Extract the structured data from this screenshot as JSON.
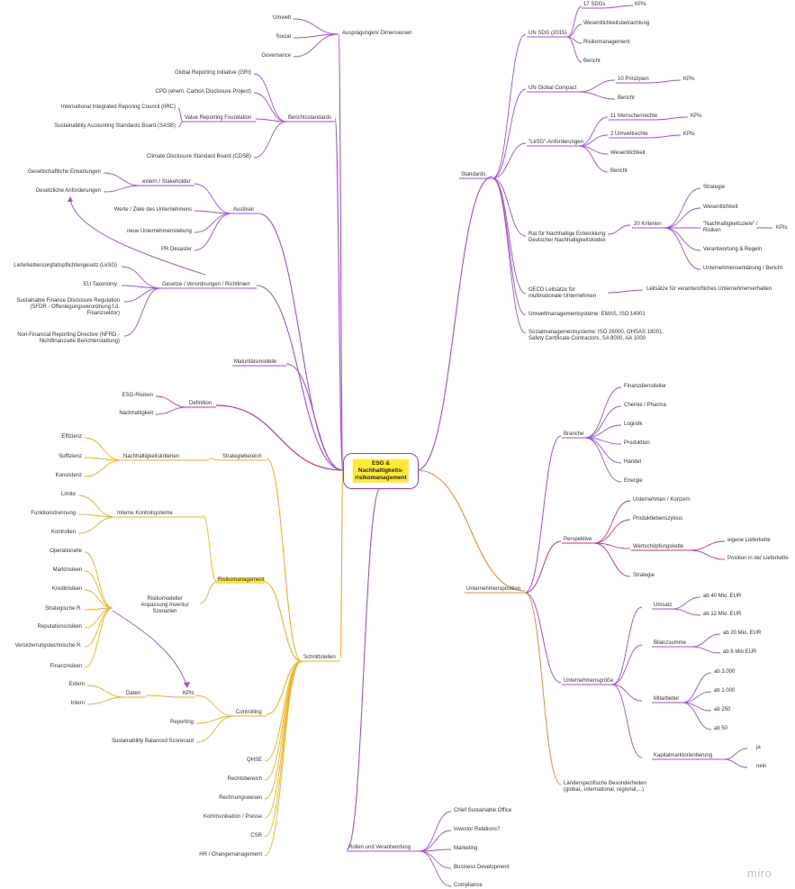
{
  "center": {
    "title": "ESG &\nNachhaltigkeits-\nrisikomanagement"
  },
  "logo": "miro",
  "colors": {
    "purple": "#a44fe0",
    "magenta": "#d0308f",
    "yellow": "#f2b21b",
    "orange": "#ef8a3a",
    "highlight": "#ffe933"
  },
  "left": {
    "auspraegungen": {
      "label": "Ausprägungen/ Dimensionen",
      "items": [
        "Umwelt",
        "Social",
        "Governance"
      ]
    },
    "berichtsstandards": {
      "label": "Berichtsstandards",
      "items": [
        "Global Reporting Initiative (GRI)",
        "CPD (ehem. Carbon Disclosure Project)",
        "Climate Disclosure Standard Board (CDSB)"
      ],
      "vrf": {
        "label": "Value Reporting Foundation",
        "items": [
          "International Integrated Reporing Council (IIRC)",
          "Sustainability Accounting Standards Board (SASB)"
        ]
      }
    },
    "ausloeser": {
      "label": "Auslöser",
      "items": [
        "Werte / Ziele des Unternehmens",
        "neue Unternehmensleitung",
        "PR Desaster"
      ],
      "extern": {
        "label": "extern / Stakeholder",
        "items": [
          "Gesellschaftliche  Erwartungen",
          "Gesetzliche Anforderungen"
        ]
      }
    },
    "gesetze": {
      "label": "Gesetze / Verordnungen / Richtlinien",
      "items": [
        "Lieferkettensorgfaltspflichtengesetz (LkSG)",
        "EU Taxonomy",
        "Sustainable Finance Disclosure Regulation\n(SFDR - Offenlegungsverordnung f.d.\nFinanzsektor)",
        "Non-Financial Reporting Directive (NFRD -\nNichtfinanzielle Berichterstattung)"
      ]
    },
    "maturitaet": "Maturitätsmodelle",
    "definition": {
      "label": "Definition",
      "items": [
        "ESG-Risiken",
        "Nachhaltigkeit"
      ]
    },
    "schnittstellen": {
      "label": "Schnittstellen",
      "strategiebereich": {
        "label": "Strategiebereich",
        "nk": {
          "label": "Nachhaltigkeitskriterien",
          "items": [
            "Effizienz",
            "Suffizienz",
            "Konsistenz"
          ]
        }
      },
      "risikomanagement": {
        "label": "Risikomanagement",
        "iks": {
          "label": "Interne Kontrolsysteme",
          "items": [
            "Limite",
            "Funktionstrennung",
            "Kontrollen"
          ]
        },
        "modelle": {
          "label": "Risikomodelle/\nAnpassung Inventur\nSzenarien",
          "items": [
            "Operationelle",
            "Marktrisiken",
            "Kreditrisiken",
            "Strategische R.",
            "Reputationsrisiken",
            "Versicherungstechnische R.",
            "Finanzrisiken"
          ]
        }
      },
      "controlling": {
        "label": "Controlling",
        "kpis": {
          "label": "KPIs",
          "daten": {
            "label": "Daten",
            "items": [
              "Extern",
              "Intern"
            ]
          }
        },
        "items": [
          "Reporting",
          "Sustainability Balanced Scorecard"
        ]
      },
      "others": [
        "QHSE",
        "Rechtsbereich",
        "Rechnungswesen",
        "Kommunikation / Presse",
        "CSR",
        "HR / Changemanagement"
      ]
    }
  },
  "right": {
    "standards": {
      "label": "Standards",
      "unsdg": {
        "label": "UN SDG (2015)",
        "sdgs": "17 SDGs",
        "sdg_kpis": "KPIs",
        "items": [
          "Wesentlichkeitsbetrachtung",
          "Risikomanagement",
          "Bericht"
        ]
      },
      "ungc": {
        "label": "UN Global Compact",
        "prinzipien": "10 Prinzipien",
        "kpis": "KPIs",
        "bericht": "Bericht"
      },
      "lasg": {
        "label": "\"LkSG\"-Anforderungen",
        "mr": "11 Menschenrechte",
        "mr_kpis": "KPIs",
        "ur": "2 Umweltrechte",
        "ur_kpis": "KPIs",
        "items": [
          "Wesentlichkeit",
          "Bericht"
        ]
      },
      "dnk": {
        "label": "Rat für Nachhaltige Entwicklung:\nDeutscher Nachhaltigkeitskodex",
        "kriterien": "20 Kriterien",
        "items": [
          "Strategie",
          "Wesentlichkeit",
          "\"Nachhaltigkeitsziele\" /\nRisiken",
          "Verantwortung & Regeln",
          "Unternehmenserklärung / Bericht"
        ],
        "kpis": "KPIs"
      },
      "oecd": {
        "label": "OECD Leitsätze für\nmultinationale Unternehmen",
        "sub": "Leitsätze für verantwortliches Unternehmerverhalten"
      },
      "umwelt": "Umweltmanagementsysteme: EMAS, ISO 14001",
      "sozial": "Sozialmanagementsysteme: ISO 26000, OHSAS 18001,\nSafety Certificate Contractors, SA 8000, AA 1000"
    },
    "unternehmensposition": {
      "label": "Unternehmensposition",
      "branche": {
        "label": "Branche",
        "items": [
          "Finanzdienstleiter",
          "Chemie / Pharma",
          "Logistik",
          "Produktion",
          "Handel",
          "Energie"
        ]
      },
      "perspektive": {
        "label": "Perspektive",
        "items": [
          "Unternehmen / Konzern",
          "Produktlebenszyklus",
          "Strategie"
        ],
        "wsk": {
          "label": "Wertschöpfungskette",
          "items": [
            "eigene Lieferkette",
            "Position in der Lieferkette"
          ]
        }
      },
      "groesse": {
        "label": "Unternehmensgröße",
        "umsatz": {
          "label": "Umsatz",
          "items": [
            "ab 40 Mio. EUR",
            "ab 12 Mio. EUR"
          ]
        },
        "bilanz": {
          "label": "Bilanzsumme",
          "items": [
            "ab 20 Mio. EUR",
            "ab 6 Mio EUR"
          ]
        },
        "mitarbeiter": {
          "label": "Mitarbeiter",
          "items": [
            "ab 3.000",
            "ab 1.000",
            "ab 250",
            "ab 50"
          ]
        },
        "kapital": {
          "label": "Kapitalmarktorientierung",
          "items": [
            "ja",
            "nein"
          ]
        }
      },
      "laender": "Länderspezifische Besonderheiten\n(global,, international, regional,...)"
    },
    "rollen": {
      "label": "Rollen und Verantwortung",
      "items": [
        "Chief Sustainable Office",
        "Investor Relations?",
        "Marketing",
        "Business Development",
        "Compliance"
      ]
    }
  }
}
